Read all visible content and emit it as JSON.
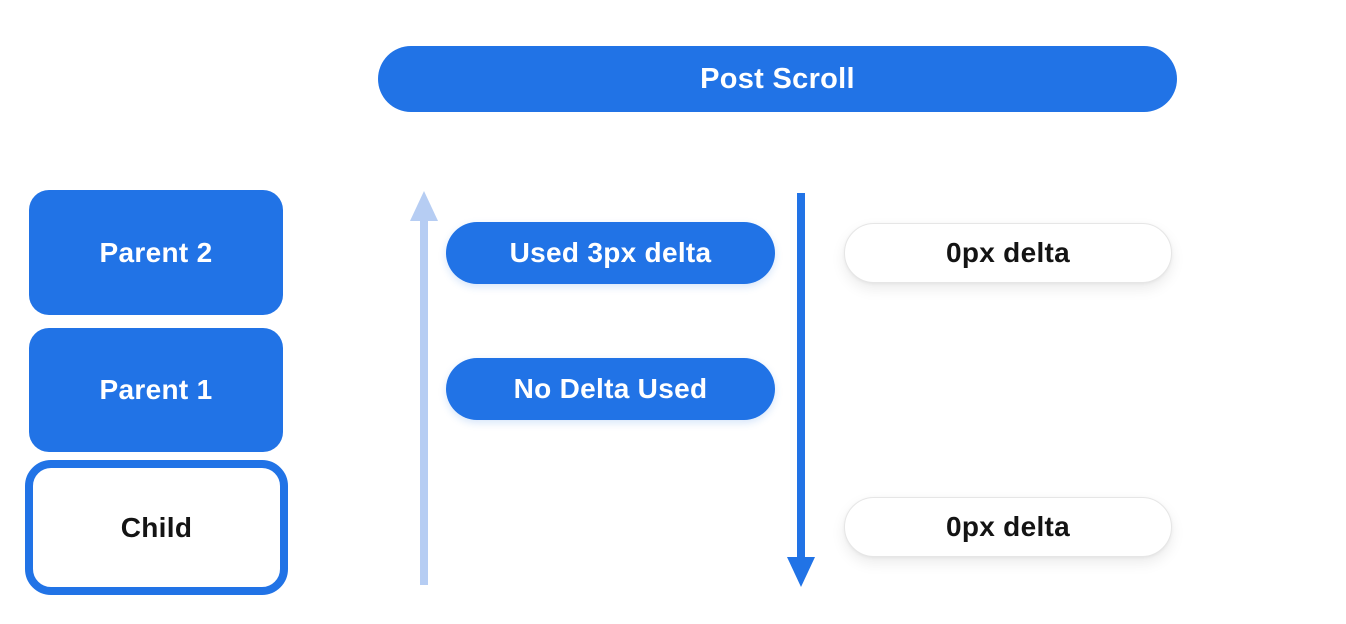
{
  "colors": {
    "blue": "#2173e6",
    "light_blue": "#b6cdf3",
    "pill_text_light": "#ffffff",
    "pill_text_dark": "#141414",
    "background": "#ffffff",
    "white_pill_border": "#e6e6e6"
  },
  "header": {
    "label": "Post Scroll"
  },
  "left_column": {
    "boxes": [
      {
        "id": "parent-2",
        "label": "Parent 2",
        "variant": "filled"
      },
      {
        "id": "parent-1",
        "label": "Parent 1",
        "variant": "filled"
      },
      {
        "id": "child",
        "label": "Child",
        "variant": "outlined"
      }
    ]
  },
  "middle_column": {
    "arrow": {
      "icon": "arrow-up-icon",
      "direction": "up",
      "color": "#b6cdf3"
    },
    "pills": [
      {
        "label": "Used 3px delta"
      },
      {
        "label": "No Delta Used"
      }
    ]
  },
  "right_column": {
    "arrow": {
      "icon": "arrow-down-icon",
      "direction": "down",
      "color": "#2173e6"
    },
    "pills": [
      {
        "label": "0px delta"
      },
      {
        "label": "0px delta"
      }
    ]
  }
}
